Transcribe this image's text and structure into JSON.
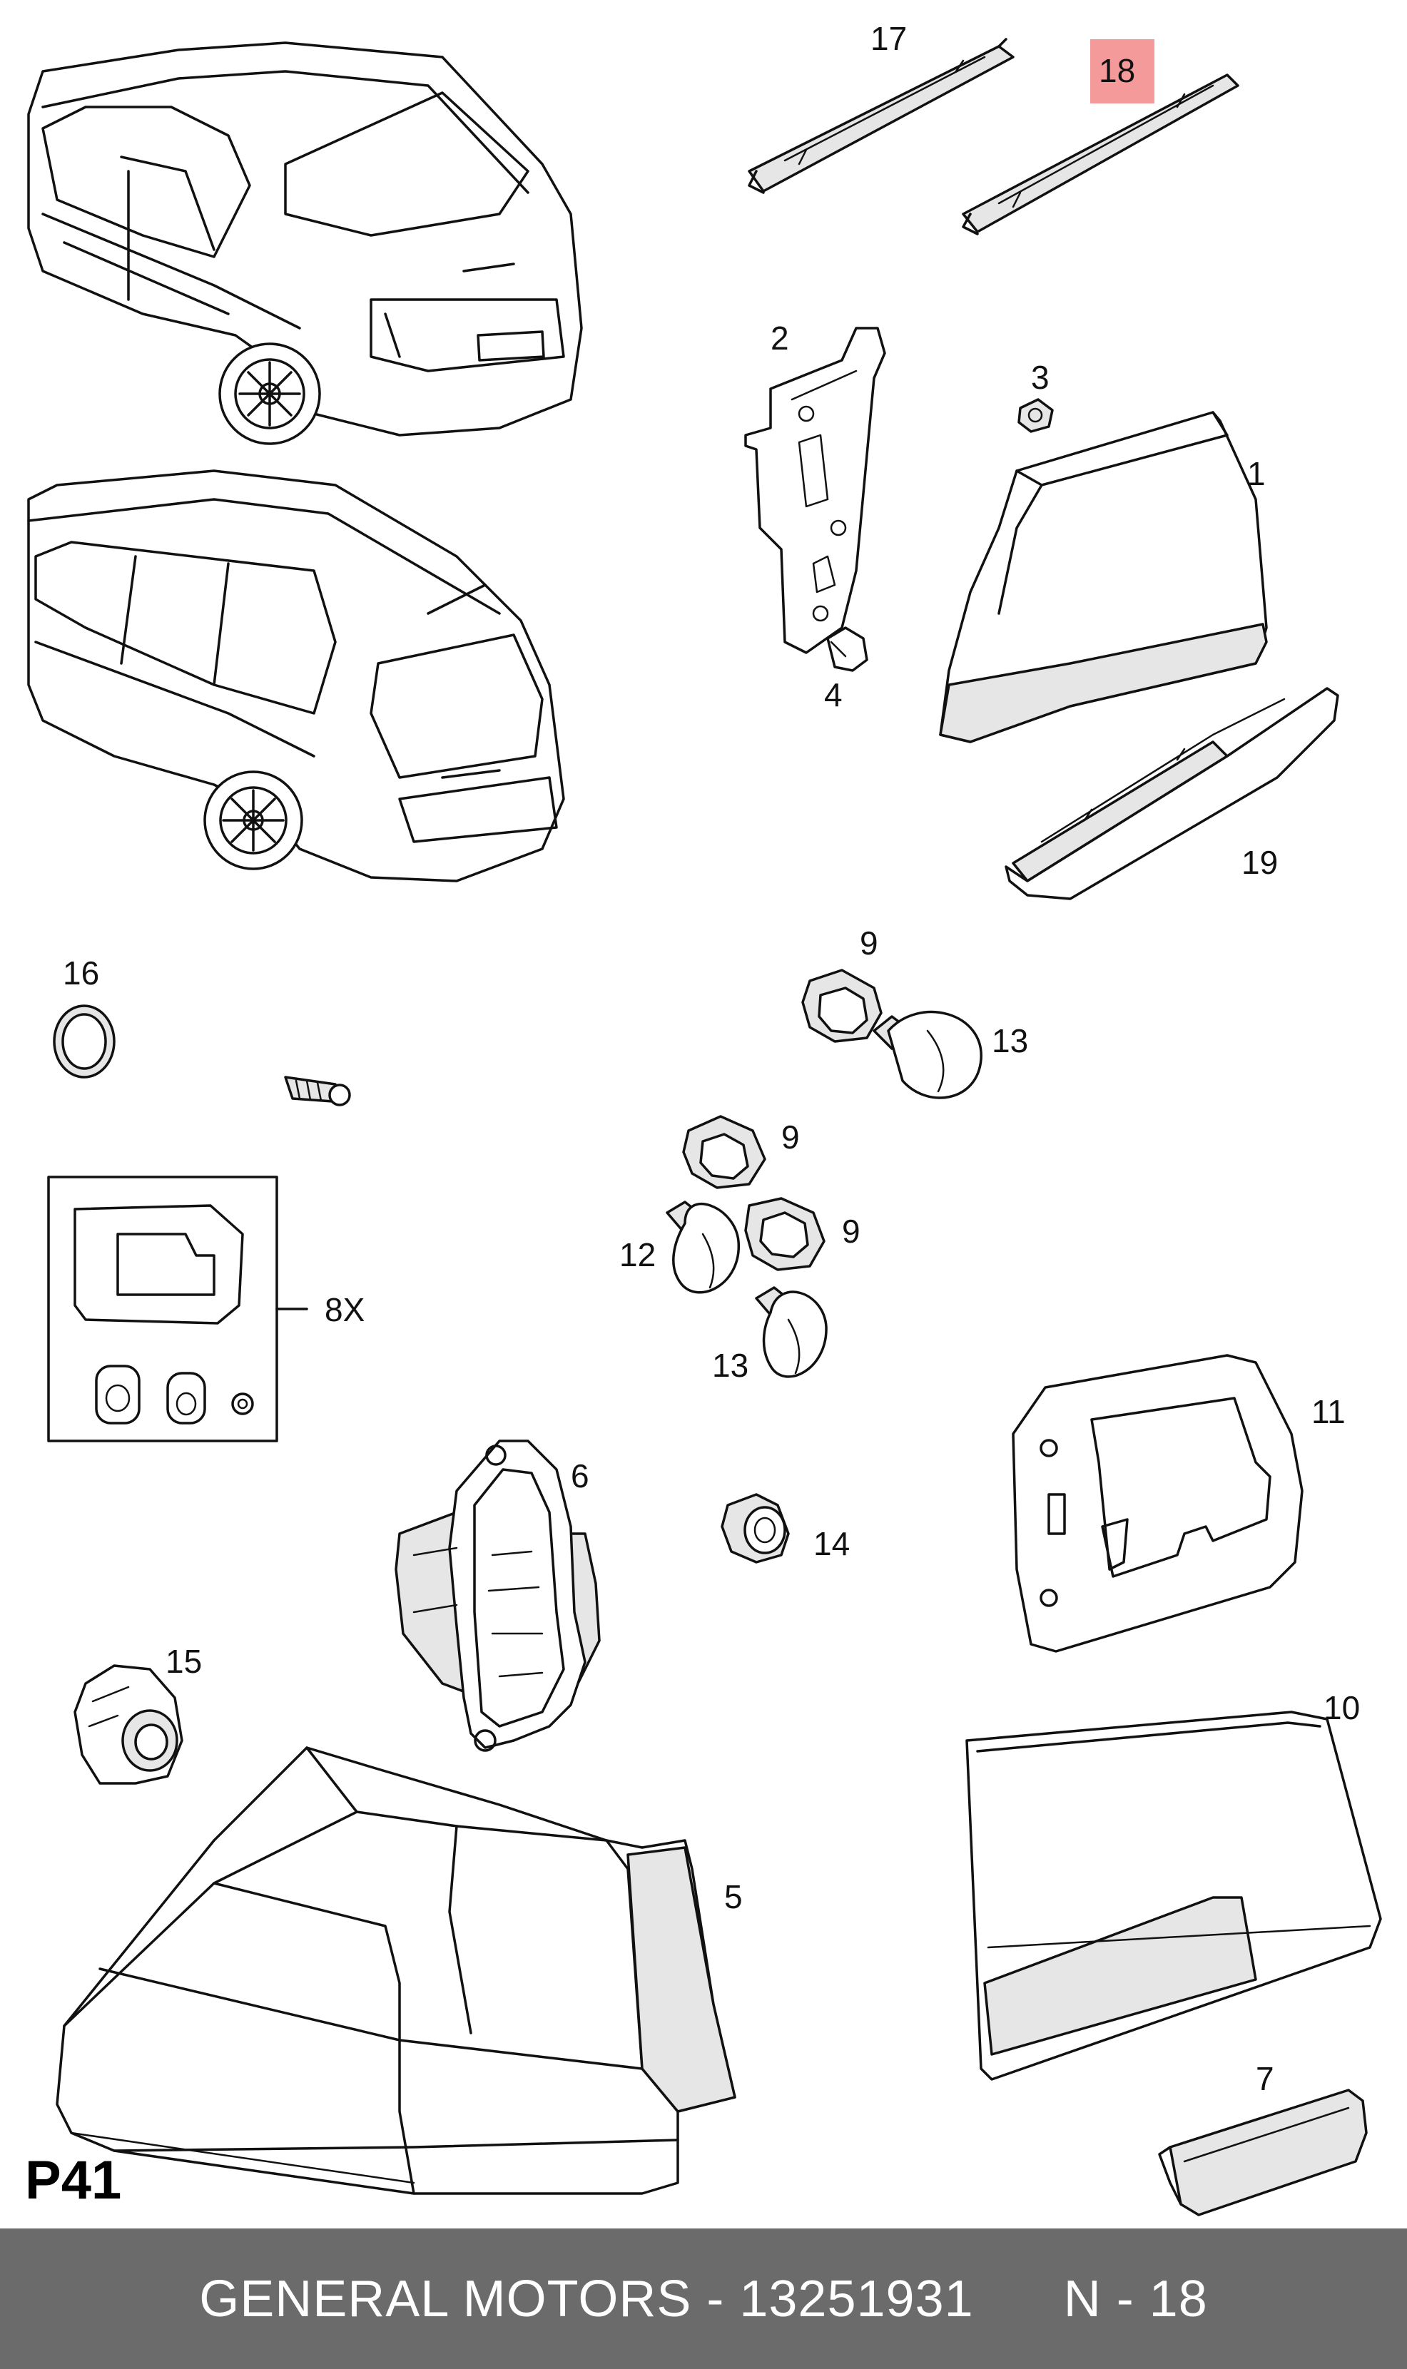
{
  "diagram": {
    "page_code": "P41",
    "highlight_color": "#f49a9a",
    "parts": [
      {
        "number": "17",
        "highlighted": false
      },
      {
        "number": "18",
        "highlighted": true
      },
      {
        "number": "2",
        "highlighted": false
      },
      {
        "number": "3",
        "highlighted": false
      },
      {
        "number": "1",
        "highlighted": false
      },
      {
        "number": "4",
        "highlighted": false
      },
      {
        "number": "19",
        "highlighted": false
      },
      {
        "number": "16",
        "highlighted": false
      },
      {
        "number": "9",
        "highlighted": false
      },
      {
        "number": "13",
        "highlighted": false
      },
      {
        "number": "9",
        "highlighted": false
      },
      {
        "number": "12",
        "highlighted": false
      },
      {
        "number": "9",
        "highlighted": false
      },
      {
        "number": "13",
        "highlighted": false
      },
      {
        "number": "8X",
        "highlighted": false
      },
      {
        "number": "11",
        "highlighted": false
      },
      {
        "number": "6",
        "highlighted": false
      },
      {
        "number": "14",
        "highlighted": false
      },
      {
        "number": "15",
        "highlighted": false
      },
      {
        "number": "10",
        "highlighted": false
      },
      {
        "number": "5",
        "highlighted": false
      },
      {
        "number": "7",
        "highlighted": false
      }
    ]
  },
  "footer": {
    "brand": "GENERAL MOTORS",
    "part_number": "13251931",
    "callout": "N - 18",
    "text": "GENERAL MOTORS - 13251931      N - 18"
  }
}
